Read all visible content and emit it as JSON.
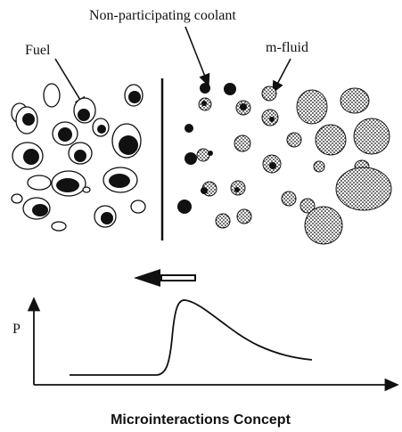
{
  "labels": {
    "coolant": "Non-participating coolant",
    "fuel": "Fuel",
    "mfluid": "m-fluid",
    "p_axis": "P",
    "caption": "Microinteractions Concept"
  }
}
